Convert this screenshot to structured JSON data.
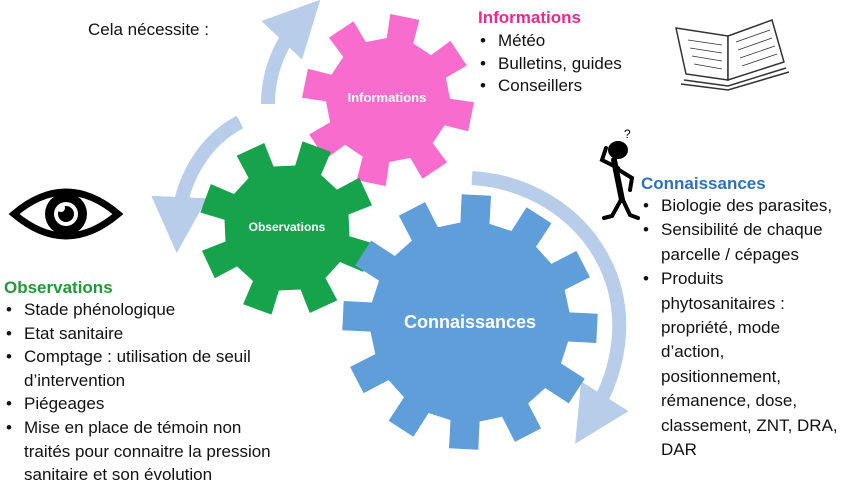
{
  "intro": "Cela nécessite :",
  "gears": {
    "informations": {
      "label": "Informations",
      "color": "#f86ccd"
    },
    "observations": {
      "label": "Observations",
      "color": "#16a34c"
    },
    "connaissances": {
      "label": "Connaissances",
      "color": "#5f9ed8"
    }
  },
  "arrow_color": "#b7cde9",
  "informations_list": {
    "title": "Informations",
    "title_color": "#ea2a8c",
    "items": [
      "Météo",
      "Bulletins, guides",
      "Conseillers"
    ]
  },
  "connaissances_list": {
    "title": "Connaissances",
    "title_color": "#2e6fbe",
    "lines": [
      "Biologie des parasites,",
      "Sensibilité de chaque",
      "parcelle / cépages",
      "Produits",
      "phytosanitaires :",
      "propriété, mode",
      "d’action,",
      "positionnement,",
      "rémanence, dose,",
      "classement, ZNT, DRA,",
      "DAR"
    ]
  },
  "observations_list": {
    "title": "Observations",
    "title_color": "#1f9a3a",
    "lines": [
      "Stade phénologique",
      "Etat sanitaire",
      "Comptage : utilisation de seuil",
      "d’intervention",
      "Piégeages",
      "Mise en place de témoin non",
      "traités pour connaitre la pression",
      "sanitaire et son évolution"
    ]
  },
  "icons": {
    "eye": "eye-icon",
    "book": "open-book-icon",
    "person": "thinking-person-icon"
  }
}
